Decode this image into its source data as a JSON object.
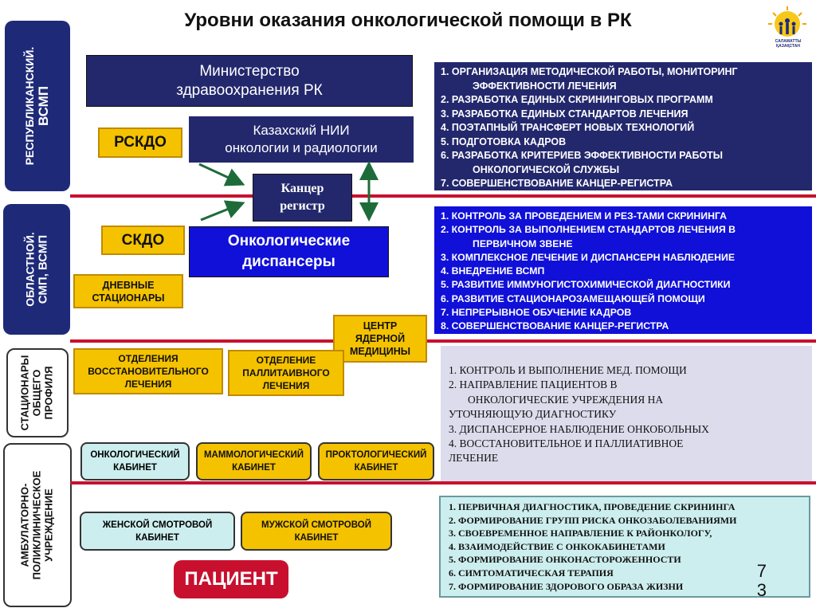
{
  "title": "Уровни оказания онкологической помощи в РК",
  "logo": {
    "text": "САЛАМАТТЫ ҚАЗАҚСТАН"
  },
  "side": {
    "republic": [
      "РЕСПУБЛИКАНСКИЙ.",
      "ВСМП"
    ],
    "regional": [
      "ОБЛАСТНОЙ.",
      "СМП, ВСМП"
    ],
    "general": [
      "СТАЦИОНАРЫ",
      "ОБЩЕГО",
      "ПРОФИЛЯ"
    ],
    "outpatient": [
      "АМБУЛАТОРНО-",
      "ПОЛИКЛИНИЧЕСКОЕ",
      "УЧРЕЖДЕНИЕ"
    ]
  },
  "boxes": {
    "ministry": [
      "Министерство",
      "здравоохранения РК"
    ],
    "rskdo": "РСКДО",
    "kazniior": [
      "Казахский НИИ",
      "онкологии и радиологии"
    ],
    "cancer_registry": [
      "Канцер",
      "регистр"
    ],
    "skdo": "СКДО",
    "dispensaries": [
      "Онкологические",
      "диспансеры"
    ],
    "day_hospitals": [
      "ДНЕВНЫЕ",
      "СТАЦИОНАРЫ"
    ],
    "nuclear_center": [
      "ЦЕНТР",
      "ЯДЕРНОЙ",
      "МЕДИЦИНЫ"
    ],
    "rehab_dept": [
      "ОТДЕЛЕНИЯ",
      "ВОССТАНОВИТЕЛЬНОГО",
      "ЛЕЧЕНИЯ"
    ],
    "palliative_dept": [
      "ОТДЕЛЕНИЕ",
      "ПАЛЛИТАИВНОГО",
      "ЛЕЧЕНИЯ"
    ],
    "onco_cabinet": [
      "ОНКОЛОГИЧЕСКИЙ",
      "КАБИНЕТ"
    ],
    "mammo_cabinet": [
      "МАММОЛОГИЧЕСКИЙ",
      "КАБИНЕТ"
    ],
    "procto_cabinet": [
      "ПРОКТОЛОГИЧЕСКИЙ",
      "КАБИНЕТ"
    ],
    "female_exam": [
      "ЖЕНСКОЙ СМОТРОВОЙ",
      "КАБИНЕТ"
    ],
    "male_exam": [
      "МУЖСКОЙ СМОТРОВОЙ",
      "КАБИНЕТ"
    ],
    "patient": "ПАЦИЕНТ"
  },
  "panels": {
    "republic": [
      "1. ОРГАНИЗАЦИЯ МЕТОДИЧЕСКОЙ РАБОТЫ, МОНИТОРИНГ",
      "ЭФФЕКТИВНОСТИ ЛЕЧЕНИЯ",
      "2. РАЗРАБОТКА ЕДИНЫХ СКРИНИНГОВЫХ ПРОГРАММ",
      "3. РАЗРАБОТКА ЕДИНЫХ СТАНДАРТОВ ЛЕЧЕНИЯ",
      "4. ПОЭТАПНЫЙ ТРАНСФЕРТ НОВЫХ ТЕХНОЛОГИЙ",
      "5. ПОДГОТОВКА КАДРОВ",
      "6. РАЗРАБОТКА КРИТЕРИЕВ ЭФФЕКТИВНОСТИ  РАБОТЫ",
      "ОНКОЛОГИЧЕСКОЙ  СЛУЖБЫ",
      "7. СОВЕРШЕНСТВОВАНИЕ КАНЦЕР-РЕГИСТРА"
    ],
    "regional": [
      "1. КОНТРОЛЬ ЗА ПРОВЕДЕНИЕМ И РЕЗ-ТАМИ СКРИНИНГА",
      "2. КОНТРОЛЬ ЗА ВЫПОЛНЕНИЕМ СТАНДАРТОВ ЛЕЧЕНИЯ В",
      "ПЕРВИЧНОМ ЗВЕНЕ",
      "3. КОМПЛЕКСНОЕ ЛЕЧЕНИЕ И ДИСПАНСЕРН НАБЛЮДЕНИЕ",
      "4. ВНЕДРЕНИЕ ВСМП",
      "5. РАЗВИТИЕ  ИММУНОГИСТОХИМИЧЕСКОЙ ДИАГНОСТИКИ",
      "6. РАЗВИТИЕ СТАЦИОНАРОЗАМЕЩАЮЩЕЙ ПОМОЩИ",
      "7. НЕПРЕРЫВНОЕ ОБУЧЕНИЕ КАДРОВ",
      "8. СОВЕРШЕНСТВОВАНИЕ КАНЦЕР-РЕГИСТРА"
    ],
    "general": [
      "1. КОНТРОЛЬ И ВЫПОЛНЕНИЕ МЕД. ПОМОЩИ",
      "2.  НАПРАВЛЕНИЕ ПАЦИЕНТОВ В",
      "ОНКОЛОГИЧЕСКИЕ УЧРЕЖДЕНИЯ НА",
      "УТОЧНЯЮЩУЮ  ДИАГНОСТИКУ",
      "3. ДИСПАНСЕРНОЕ НАБЛЮДЕНИЕ ОНКОБОЛЬНЫХ",
      "4. ВОССТАНОВИТЕЛЬНОЕ И ПАЛЛИАТИВНОЕ",
      "ЛЕЧЕНИЕ"
    ],
    "outpatient": [
      "1.  ПЕРВИЧНАЯ ДИАГНОСТИКА,  ПРОВЕДЕНИЕ СКРИНИНГА",
      "2. ФОРМИРОВАНИЕ ГРУПП РИСКА ОНКОЗАБОЛЕВАНИЯМИ",
      "3. СВОЕВРЕМЕННОЕ НАПРАВЛЕНИЕ К РАЙОНКОЛОГУ,",
      "4.  ВЗАИМОДЕЙСТВИЕ С ОНКОКАБИНЕТАМИ",
      "5. ФОРМИРОВАНИЕ ОНКОНАСТОРОЖЕННОСТИ",
      "6. СИМТОМАТИЧЕСКАЯ ТЕРАПИЯ",
      "7. ФОРМИРОВАНИЕ ЗДОРОВОГО ОБРАЗА ЖИЗНИ"
    ]
  },
  "page_number": [
    "7",
    "3"
  ],
  "colors": {
    "navy": "#23286d",
    "blue": "#1010d8",
    "yellow": "#f5c200",
    "red_line": "#c8102e",
    "arrow": "#1e6b3a"
  }
}
